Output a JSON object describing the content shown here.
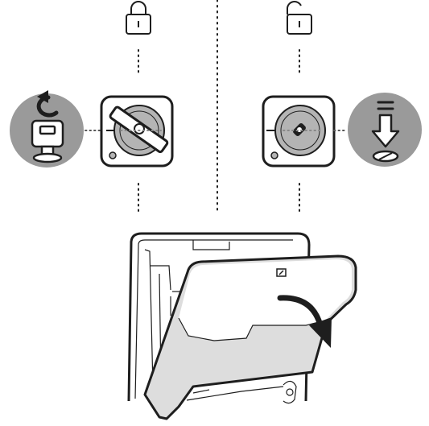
{
  "diagram": {
    "steps": [
      {
        "lock_state": "locked",
        "lock_icon": "padlock-closed-icon",
        "action_icon": "key-turn-icon",
        "panel": "key-lock-rotated"
      },
      {
        "lock_state": "unlocked",
        "lock_icon": "padlock-open-icon",
        "action_icon": "push-down-icon",
        "panel": "key-lock-open"
      }
    ],
    "appliance": {
      "part": "front-cover-panel",
      "motion_icon": "curved-arrow-icon",
      "direction": "tilt-forward"
    }
  },
  "colors": {
    "line": "#1e1e1e",
    "badge_fill": "#9a9a9a",
    "dial_fill": "#b4b4b4",
    "cover_fill": "#dddddd",
    "white": "#ffffff"
  }
}
